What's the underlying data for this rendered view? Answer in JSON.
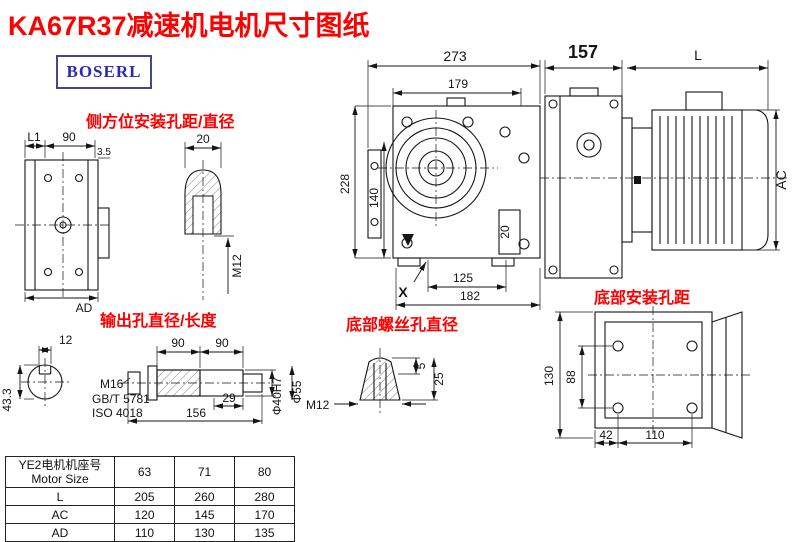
{
  "title": "KA67R37减速机电机尺寸图纸",
  "logo": "BOSERL",
  "labels": {
    "side_mount": "侧方位安装孔距/直径",
    "output": "输出孔直径/长度",
    "bottom_screw": "底部螺丝孔直径",
    "bottom_mount": "底部安装孔距"
  },
  "front_view": {
    "width_total": "273",
    "width_inner": "179",
    "height_total": "228",
    "height_inner": "140",
    "keyway": "20",
    "base_inner": "125",
    "base_outer": "182",
    "x_mark": "X"
  },
  "side_view": {
    "gearbox_depth": "157",
    "motor_length": "L",
    "motor_height": "AC"
  },
  "left_view": {
    "l1": "L1",
    "w90": "90",
    "flange": "3.5",
    "ad": "AD"
  },
  "side_hole": {
    "w20": "20",
    "thread": "M12"
  },
  "output_hole": {
    "key_w": "12",
    "depth": "43.3"
  },
  "shaft": {
    "len1": "90",
    "len2": "90",
    "thread": "M16",
    "std1": "GB/T 5781",
    "std2": "ISO 4018",
    "len3": "29",
    "len_total": "156",
    "dia1": "Φ40H7",
    "dia2": "Φ55"
  },
  "bottom_screw": {
    "thread": "M12",
    "h5": "5",
    "h25": "25"
  },
  "bottom_mount": {
    "h130": "130",
    "h88": "88",
    "w42": "42",
    "w110": "110"
  },
  "table": {
    "header_cn": "YE2电机机座号",
    "header_en": "Motor Size",
    "sizes": [
      "63",
      "71",
      "80"
    ],
    "rows": [
      {
        "label": "L",
        "values": [
          "205",
          "260",
          "280"
        ]
      },
      {
        "label": "AC",
        "values": [
          "120",
          "145",
          "170"
        ]
      },
      {
        "label": "AD",
        "values": [
          "110",
          "130",
          "135"
        ]
      }
    ]
  }
}
